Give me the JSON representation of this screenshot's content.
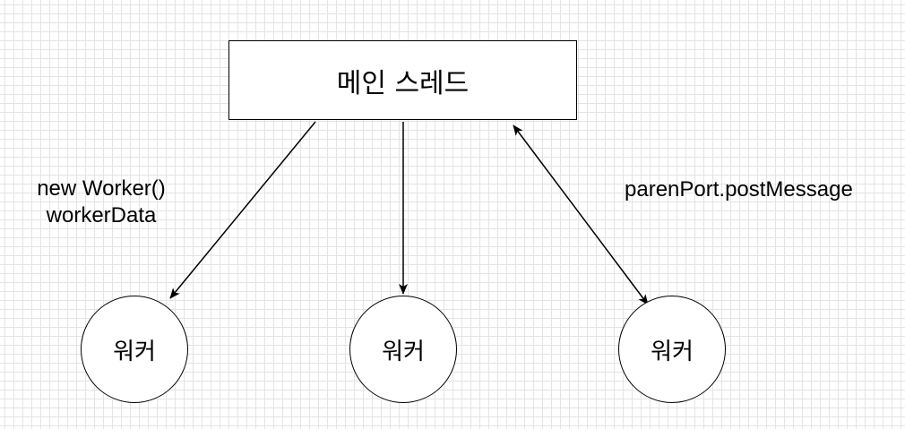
{
  "main_thread": {
    "label": "메인 스레드"
  },
  "workers": [
    {
      "label": "워커"
    },
    {
      "label": "워커"
    },
    {
      "label": "워커"
    }
  ],
  "edge_labels": {
    "creation_line1": "new Worker()",
    "creation_line2": "workerData",
    "messaging": "parenPort.postMessage"
  }
}
